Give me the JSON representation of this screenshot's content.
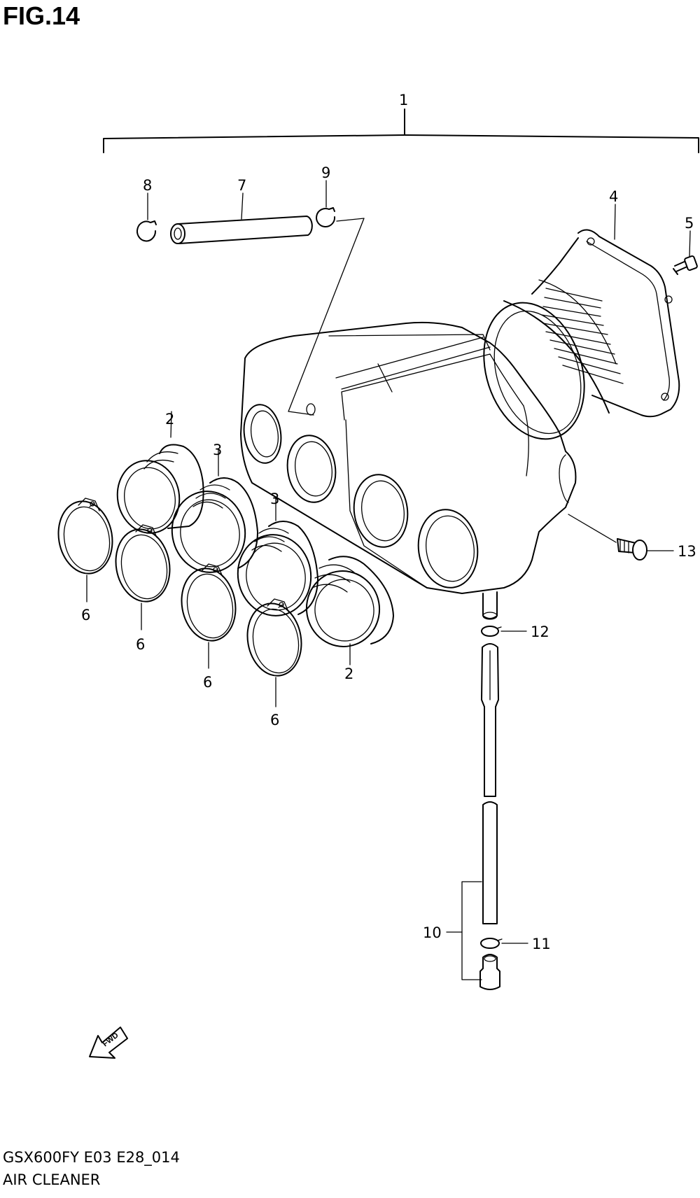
{
  "figure": {
    "title": "FIG.14",
    "model_code": "GSX600FY E03 E28_014",
    "diagram_name": "AIR CLEANER",
    "fwd_label": "FWD"
  },
  "callouts": [
    {
      "id": "c1",
      "label": "1"
    },
    {
      "id": "c2a",
      "label": "2"
    },
    {
      "id": "c2b",
      "label": "2"
    },
    {
      "id": "c3a",
      "label": "3"
    },
    {
      "id": "c3b",
      "label": "3"
    },
    {
      "id": "c4",
      "label": "4"
    },
    {
      "id": "c5",
      "label": "5"
    },
    {
      "id": "c6a",
      "label": "6"
    },
    {
      "id": "c6b",
      "label": "6"
    },
    {
      "id": "c6c",
      "label": "6"
    },
    {
      "id": "c6d",
      "label": "6"
    },
    {
      "id": "c7",
      "label": "7"
    },
    {
      "id": "c8",
      "label": "8"
    },
    {
      "id": "c9",
      "label": "9"
    },
    {
      "id": "c10",
      "label": "10"
    },
    {
      "id": "c11",
      "label": "11"
    },
    {
      "id": "c12",
      "label": "12"
    },
    {
      "id": "c13",
      "label": "13"
    }
  ]
}
